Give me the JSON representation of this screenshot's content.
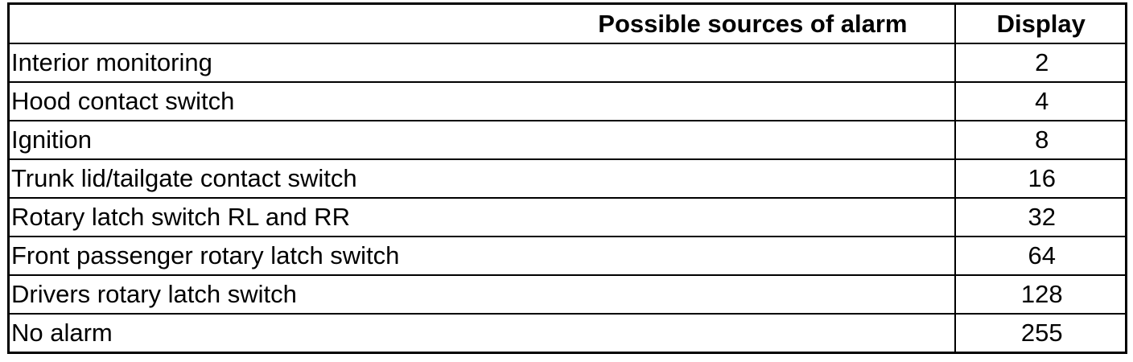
{
  "table": {
    "headers": {
      "source": "Possible sources of alarm",
      "display": "Display"
    },
    "rows": [
      {
        "source": "Interior monitoring",
        "display": "2"
      },
      {
        "source": "Hood contact switch",
        "display": "4"
      },
      {
        "source": "Ignition",
        "display": "8"
      },
      {
        "source": "Trunk lid/tailgate contact switch",
        "display": "16"
      },
      {
        "source": "Rotary latch switch RL and RR",
        "display": "32"
      },
      {
        "source": "Front passenger rotary latch switch",
        "display": "64"
      },
      {
        "source": "Drivers rotary latch switch",
        "display": "128"
      },
      {
        "source": "No alarm",
        "display": "255"
      }
    ]
  }
}
